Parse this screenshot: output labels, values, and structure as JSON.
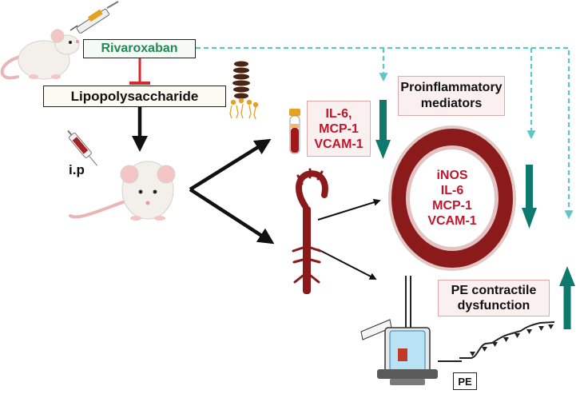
{
  "drug": {
    "label": "Rivaroxaban"
  },
  "toxin": {
    "label": "Lipopolysaccharide"
  },
  "route": {
    "label": "i.p"
  },
  "serum_markers": {
    "lines": [
      "IL-6,",
      "MCP-1",
      "VCAM-1"
    ]
  },
  "proinflammatory": {
    "lines": [
      "Proinflammatory",
      "mediators"
    ]
  },
  "aorta_markers": {
    "lines": [
      "iNOS",
      "IL-6",
      "MCP-1",
      "VCAM-1"
    ]
  },
  "contractile": {
    "lines": [
      "PE contractile",
      "dysfunction"
    ]
  },
  "agonist": {
    "label": "PE"
  },
  "colors": {
    "green_text": "#1f8a5a",
    "red_text": "#c0162b",
    "teal_arrow": "#0e7a6e",
    "dashed": "#5cc7c7",
    "ring": "#8b1a1a",
    "inhibit": "#d42a2a"
  }
}
